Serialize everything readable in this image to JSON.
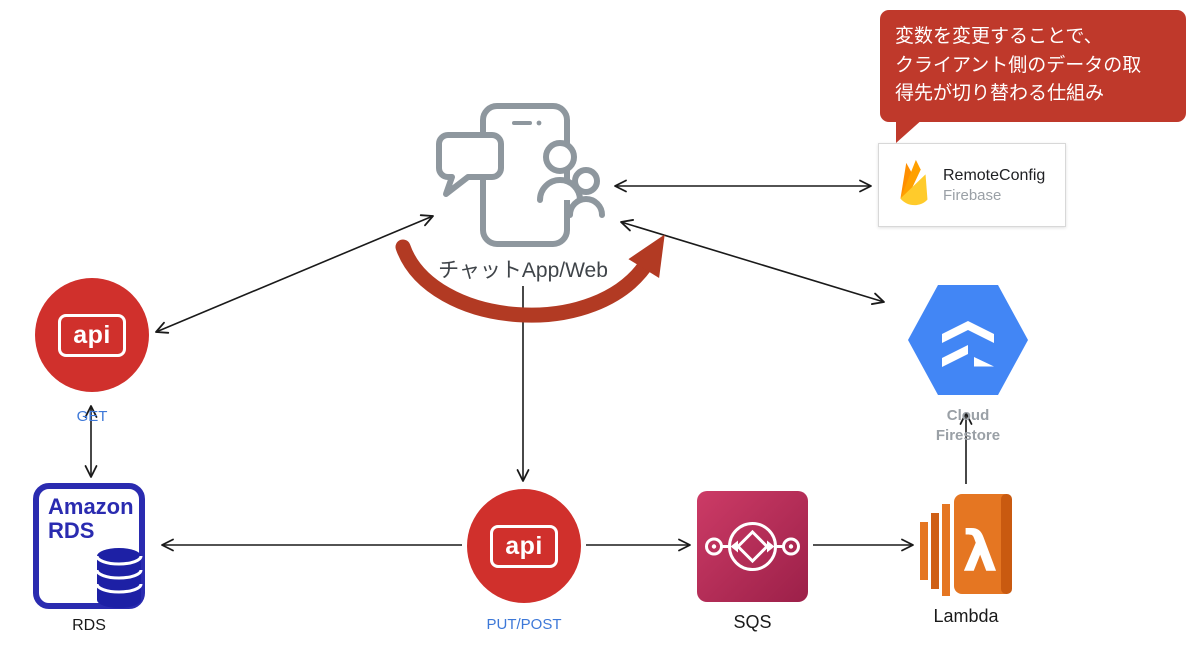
{
  "callout": {
    "lines": [
      "変数を変更することで、",
      "クライアント側のデータの取",
      "得先が切り替わる仕組み"
    ],
    "bg_color": "#bf392b"
  },
  "chat_app": {
    "label": "チャットApp/Web"
  },
  "remote_config": {
    "title": "RemoteConfig",
    "subtitle": "Firebase"
  },
  "api_get": {
    "icon_text": "api",
    "label": "GET"
  },
  "api_put": {
    "icon_text": "api",
    "label": "PUT/POST"
  },
  "rds": {
    "icon_line1": "Amazon",
    "icon_line2": "RDS",
    "label": "RDS"
  },
  "sqs": {
    "label": "SQS"
  },
  "lambda": {
    "label": "Lambda"
  },
  "firestore": {
    "label_line1": "Cloud",
    "label_line2": "Firestore"
  },
  "icons": {
    "chat_app": "phone-chat-users-icon",
    "remote_config": "firebase-flame-icon",
    "api": "api-gateway-icon",
    "rds": "rds-database-cylinder-icon",
    "sqs": "aws-sqs-icon",
    "lambda": "aws-lambda-icon",
    "firestore": "cloud-firestore-hexagon-icon"
  },
  "colors": {
    "api_red": "#d0302c",
    "callout_red": "#bf392b",
    "curved_arrow_red": "#b23a23",
    "rds_blue": "#2a2bb0",
    "sqs_pink": "#bf2f5f",
    "lambda_orange": "#e57622",
    "firestore_blue": "#4286f5",
    "http_label_blue": "#3d78d8"
  }
}
